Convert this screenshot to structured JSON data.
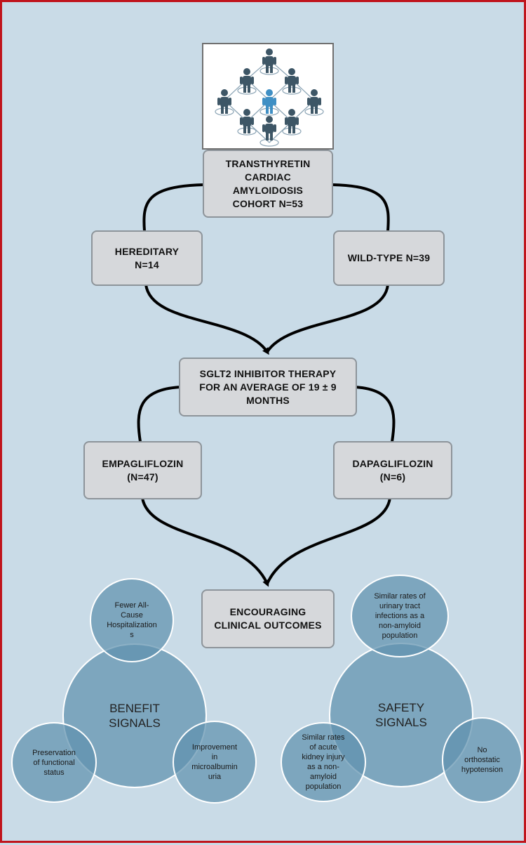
{
  "header_graphic": {
    "icon": "people-network-icon",
    "highlight_color": "#3f8fc4",
    "people_color": "#3d5666"
  },
  "nodes": {
    "cohort": "TRANSTHYRETIN\nCARDIAC\nAMYLOIDOSIS\nCOHORT N=53",
    "hereditary": "HEREDITARY\nN=14",
    "wild_type": "WILD-TYPE N=39",
    "therapy": "SGLT2 INHIBITOR THERAPY\nFOR AN AVERAGE OF 19 ± 9\nMONTHS",
    "empagliflozin": "EMPAGLIFLOZIN\n(N=47)",
    "dapagliflozin": "DAPAGLIFLOZIN\n(N=6)",
    "outcomes": "ENCOURAGING\nCLINICAL OUTCOMES"
  },
  "benefit": {
    "center": "BENEFIT\nSIGNALS",
    "top": "Fewer All-\nCause\nHospitalization\ns",
    "left": "Preservation\nof functional\nstatus",
    "right": "Improvement\nin\nmicroalbumin\nuria"
  },
  "safety": {
    "center": "SAFETY\nSIGNALS",
    "top": "Similar rates of\nurinary tract\ninfections as a\nnon-amyloid\npopulation",
    "left": "Similar rates\nof acute\nkidney injury\nas a non-\namyloid\npopulation",
    "right": "No\northostatic\nhypotension"
  },
  "colors": {
    "border": "#c0141c",
    "background": "#c9dbe7",
    "box_fill": "#d6d8db",
    "bubble_fill": "#6092ae"
  }
}
